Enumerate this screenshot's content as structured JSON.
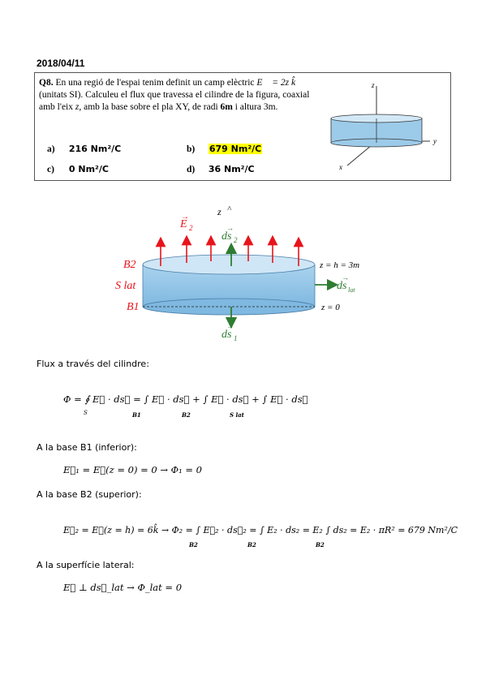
{
  "date": "2018/04/11",
  "question": {
    "number": "Q8.",
    "text_1": "En una regió de l'espai tenim definit un camp elèctric",
    "field_expr": "E⃗ = 2z k̂",
    "text_2": "(unitats SI). Calculeu el flux que travessa el cilindre de la figura,",
    "text_3": "coaxial amb l'eix",
    "axis": "z",
    "text_4": ", amb la base sobre el pla XY, de radi",
    "radius": "6m",
    "text_5": "i altura",
    "height": "3m."
  },
  "options": [
    {
      "label": "a)",
      "value": "216 Nm²/C",
      "highlight": false
    },
    {
      "label": "b)",
      "value": "679 Nm²/C",
      "highlight": true
    },
    {
      "label": "c)",
      "value": "0 Nm²/C",
      "highlight": false
    },
    {
      "label": "d)",
      "value": "36 Nm²/C",
      "highlight": false
    }
  ],
  "small_figure": {
    "axis_z": "z",
    "axis_y": "y",
    "axis_x": "x"
  },
  "diagram": {
    "z_label": "z",
    "E2": "E",
    "E2_sub": "2",
    "ds2": "ds",
    "ds2_sub": "2",
    "B2": "B2",
    "Slat": "S lat",
    "B1": "B1",
    "ds1": "ds",
    "ds1_sub": "1",
    "dslat": "ds",
    "dslat_sub": "lat",
    "z_top": "z = h = 3m",
    "z_bottom": "z = 0"
  },
  "solution": {
    "flux_heading": "Flux a través del cilindre:",
    "flux_eq": "Φ = ∮ E⃗ · ds⃗ = ∫ E⃗ · ds⃗ + ∫ E⃗ · ds⃗ + ∫ E⃗ · ds⃗",
    "int_S": "S",
    "int_B1": "B1",
    "int_B2": "B2",
    "int_Slat": "S lat",
    "b1_heading": "A la base B1 (inferior):",
    "b1_eq": "E⃗₁ = E⃗(z = 0) = 0 → Φ₁ = 0",
    "b2_heading": "A la base B2 (superior):",
    "b2_eq": "E⃗₂ = E⃗(z = h) = 6k̂ → Φ₂ = ∫ E⃗₂ · ds⃗₂ = ∫ E₂ · ds₂ = E₂ ∫ ds₂ = E₂ · πR² = 679 Nm²/C",
    "b2_int_label": "B2",
    "lat_heading": "A la superfície lateral:",
    "lat_eq": "E⃗ ⊥ ds⃗_lat → Φ_lat = 0"
  },
  "colors": {
    "red": "#e8141b",
    "green": "#2e7d32",
    "cyl_top": "#c9e2f3",
    "cyl_side": "#8fc4e8",
    "highlight": "#ffff00"
  }
}
